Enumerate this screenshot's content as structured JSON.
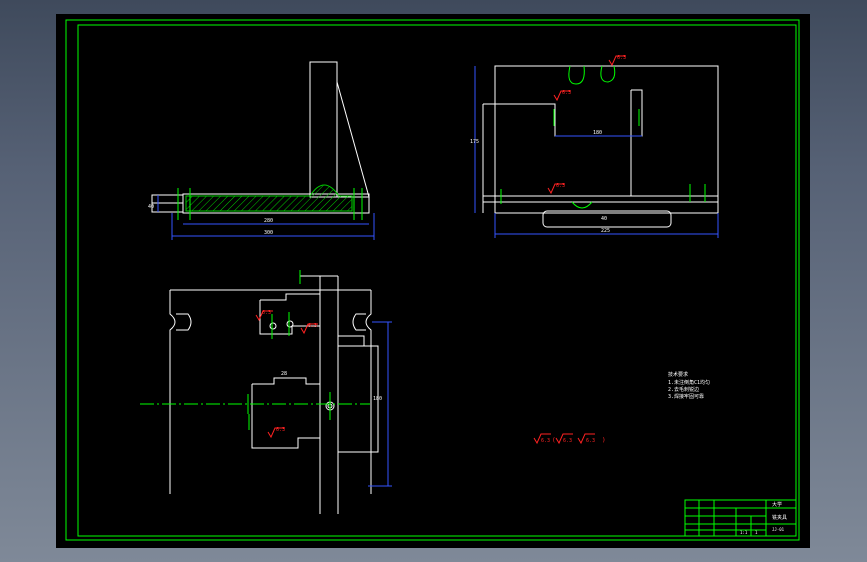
{
  "drawing": {
    "top_view": {
      "dims": {
        "left_height": "40",
        "bottom_1": "280",
        "bottom_2": "300"
      }
    },
    "side_view": {
      "dims": {
        "height": "175",
        "inner": "180",
        "bottom": "225",
        "slot": "40"
      },
      "roughness": {
        "top_hole": "6.3",
        "inner_pocket": "6.3",
        "base": "6.3"
      }
    },
    "front_view": {
      "dims": {
        "height": "180",
        "small": "28"
      },
      "roughness": {
        "hole_1": "6.3",
        "hole_2": "6.3",
        "pocket": "6.3"
      }
    },
    "general_roughness": [
      "6.3",
      "6.3",
      "6.3"
    ]
  },
  "tech_notes": {
    "title": "技术要求",
    "lines": [
      "1.未注倒角C1均匀",
      "2.去毛刺锐边",
      "3.焊接牢固可靠"
    ]
  },
  "title_block": {
    "school": "大学",
    "part_name": "铣夹具",
    "drawing_no": "JJ-01",
    "scale": "1:1",
    "sheet": "1"
  },
  "colors": {
    "frame": "#00ff00",
    "line": "#ffffff",
    "dim": "#3355ff",
    "center": "#00ff00",
    "hatch": "#00cc00",
    "roughness": "#ff2222"
  }
}
